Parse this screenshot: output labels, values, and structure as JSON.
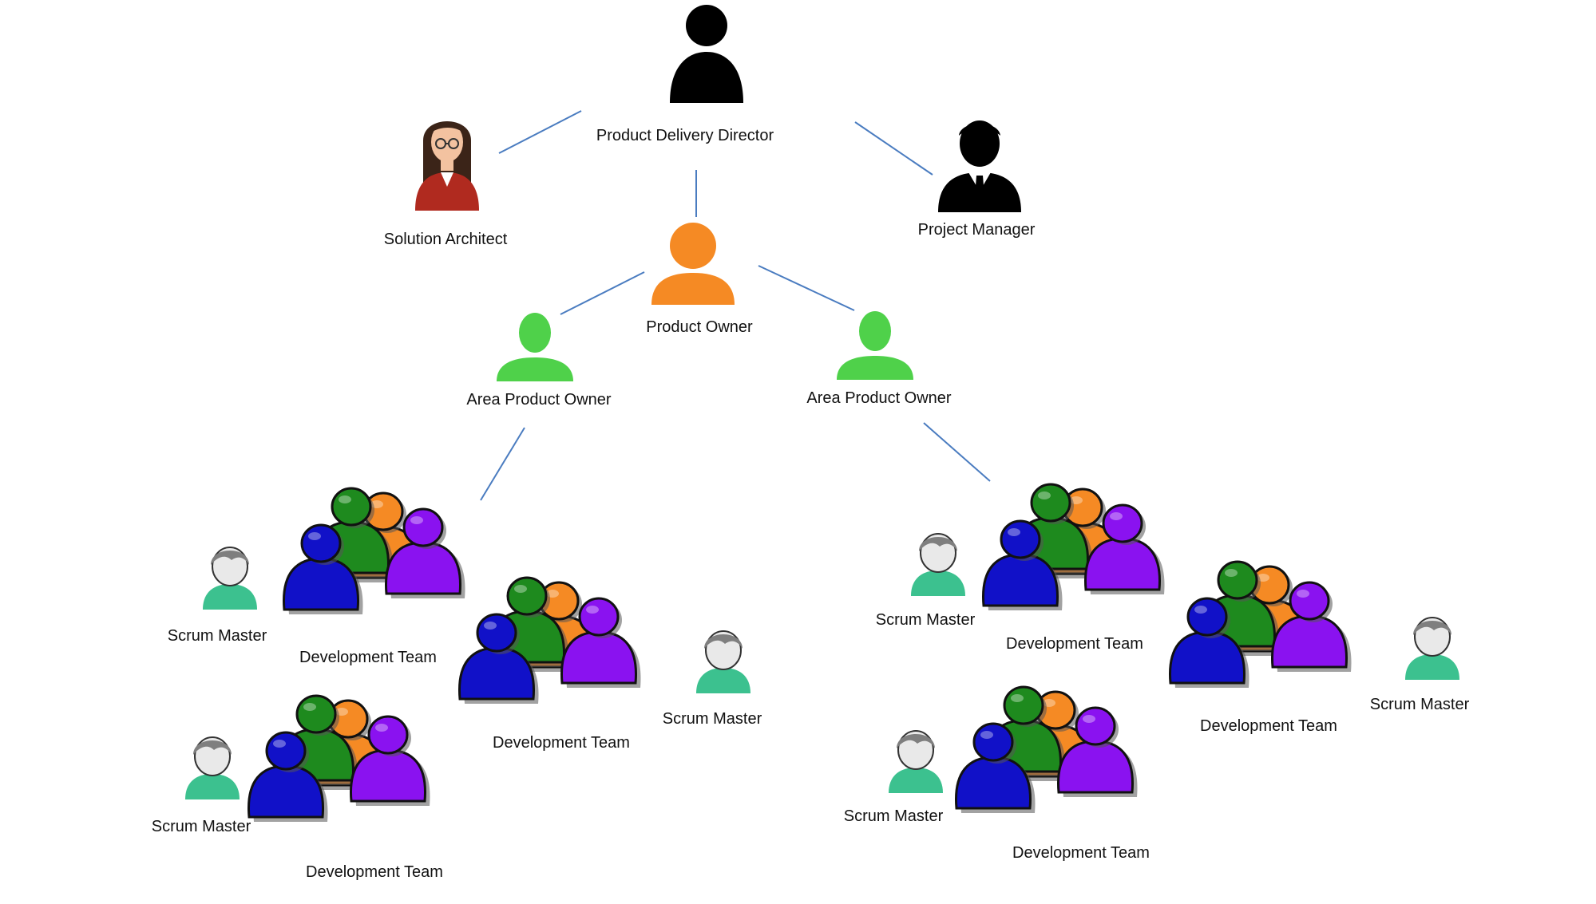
{
  "colors": {
    "connector": "#4a7cc0",
    "director": "#000000",
    "product_owner": "#f58a24",
    "area_product_owner": "#4fd14a",
    "scrum_master_body": "#3cc18f",
    "scrum_master_face": "#e9e9e9",
    "scrum_master_hair": "#7f7f7f",
    "team_blue": "#1111c8",
    "team_green": "#1e8a1e",
    "team_orange": "#f58a24",
    "team_purple": "#8a12f0",
    "architect_jacket": "#b02a1f",
    "architect_hair": "#3b2418",
    "architect_skin": "#f3c2a0"
  },
  "nodes": {
    "director": {
      "label": "Product Delivery Director",
      "icon": "person-icon"
    },
    "architect": {
      "label": "Solution Architect",
      "icon": "woman-with-glasses-icon"
    },
    "project_manager": {
      "label": "Project Manager",
      "icon": "businessman-icon"
    },
    "product_owner": {
      "label": "Product Owner",
      "icon": "person-icon"
    },
    "apo_left": {
      "label": "Area Product Owner",
      "icon": "person-icon"
    },
    "apo_right": {
      "label": "Area Product Owner",
      "icon": "person-icon"
    }
  },
  "teams_left": [
    {
      "team_label": "Development Team",
      "scrum_label": "Scrum Master"
    },
    {
      "team_label": "Development Team",
      "scrum_label": "Scrum Master"
    },
    {
      "team_label": "Development Team",
      "scrum_label": "Scrum Master"
    }
  ],
  "teams_right": [
    {
      "team_label": "Development Team",
      "scrum_label": "Scrum Master"
    },
    {
      "team_label": "Development Team",
      "scrum_label": "Scrum Master"
    },
    {
      "team_label": "Development Team",
      "scrum_label": "Scrum Master"
    }
  ]
}
